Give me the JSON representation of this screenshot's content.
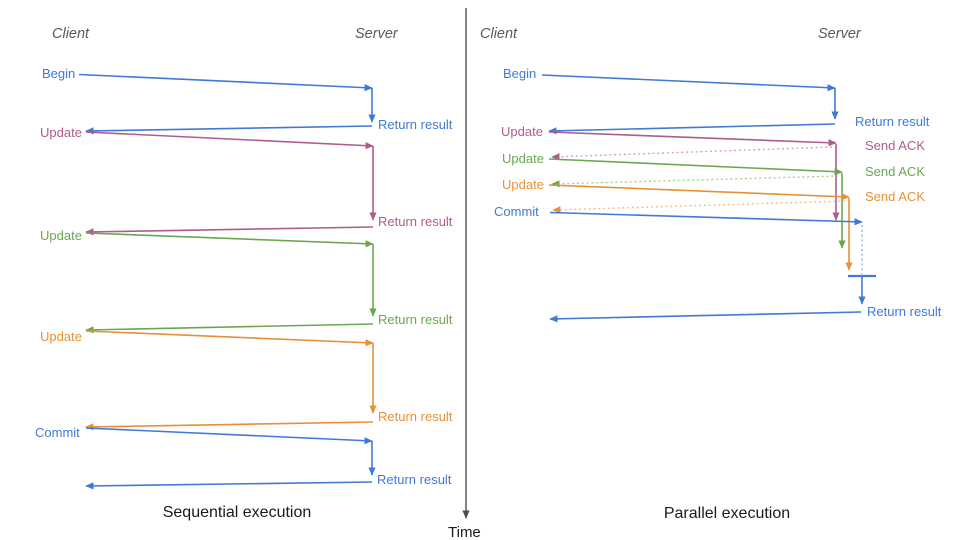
{
  "time_axis": {
    "label": "Time"
  },
  "sequential": {
    "caption": "Sequential execution",
    "client_header": "Client",
    "server_header": "Server",
    "rows": [
      {
        "request": "Begin",
        "response": "Return result",
        "color_name": "blue"
      },
      {
        "request": "Update",
        "response": "Return result",
        "color_name": "magenta"
      },
      {
        "request": "Update",
        "response": "Return result",
        "color_name": "green"
      },
      {
        "request": "Update",
        "response": "Return result",
        "color_name": "orange"
      },
      {
        "request": "Commit",
        "response": "Return result",
        "color_name": "blue"
      }
    ]
  },
  "parallel": {
    "caption": "Parallel execution",
    "client_header": "Client",
    "server_header": "Server",
    "rows": [
      {
        "request": "Begin",
        "response": "Return result",
        "color_name": "blue"
      },
      {
        "request": "Update",
        "response": "Send ACK",
        "color_name": "magenta"
      },
      {
        "request": "Update",
        "response": "Send ACK",
        "color_name": "green"
      },
      {
        "request": "Update",
        "response": "Send ACK",
        "color_name": "orange"
      },
      {
        "request": "Commit",
        "response": "Return result",
        "color_name": "blue"
      }
    ]
  },
  "colors": {
    "blue": "#4079d8",
    "magenta": "#b05c8b",
    "green": "#6aa84f",
    "orange": "#e69138",
    "blue_light": "#8db3e8",
    "magenta_light": "#d9a0bd",
    "green_light": "#a6cf8f",
    "orange_light": "#f3c189",
    "axis": "#4d4d4d",
    "header": "#595959",
    "caption": "#1a1a1a"
  }
}
